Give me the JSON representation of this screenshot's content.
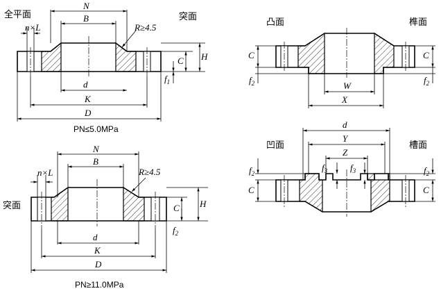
{
  "top_left": {
    "face_full": "全平面",
    "face_raised": "突面",
    "labels": {
      "N": "N",
      "B": "B",
      "nL": "n×L",
      "R": "R≥4.5",
      "C": "C",
      "H": "H",
      "f1": "f",
      "f1_sub": "1",
      "d": "d",
      "K": "K",
      "D": "D"
    },
    "caption": "PN≤5.0MPa"
  },
  "bottom_left": {
    "face": "突面",
    "labels": {
      "N": "N",
      "B": "B",
      "nL": "n×L",
      "R": "R≥4.5",
      "C": "C",
      "H": "H",
      "f2": "f",
      "f2_sub": "2",
      "d": "d",
      "K": "K",
      "D": "D"
    },
    "caption": "PN≥11.0MPa"
  },
  "top_right": {
    "face_male": "凸面",
    "face_tongue": "榫面",
    "labels": {
      "C": "C",
      "f2": "f",
      "f2_sub": "2",
      "W": "W",
      "X": "X",
      "C2": "C",
      "f2b": "f",
      "f2b_sub": "2"
    }
  },
  "bottom_right": {
    "face_female": "凹面",
    "face_groove": "槽面",
    "labels": {
      "d": "d",
      "Y": "Y",
      "Z": "Z",
      "f2": "f",
      "f2_sub": "2",
      "f3": "f",
      "f3_sub": "3",
      "f3b": "f",
      "f3b_sub": "3",
      "C": "C",
      "f2b": "f",
      "f2b_sub": "2",
      "C2": "C"
    }
  }
}
